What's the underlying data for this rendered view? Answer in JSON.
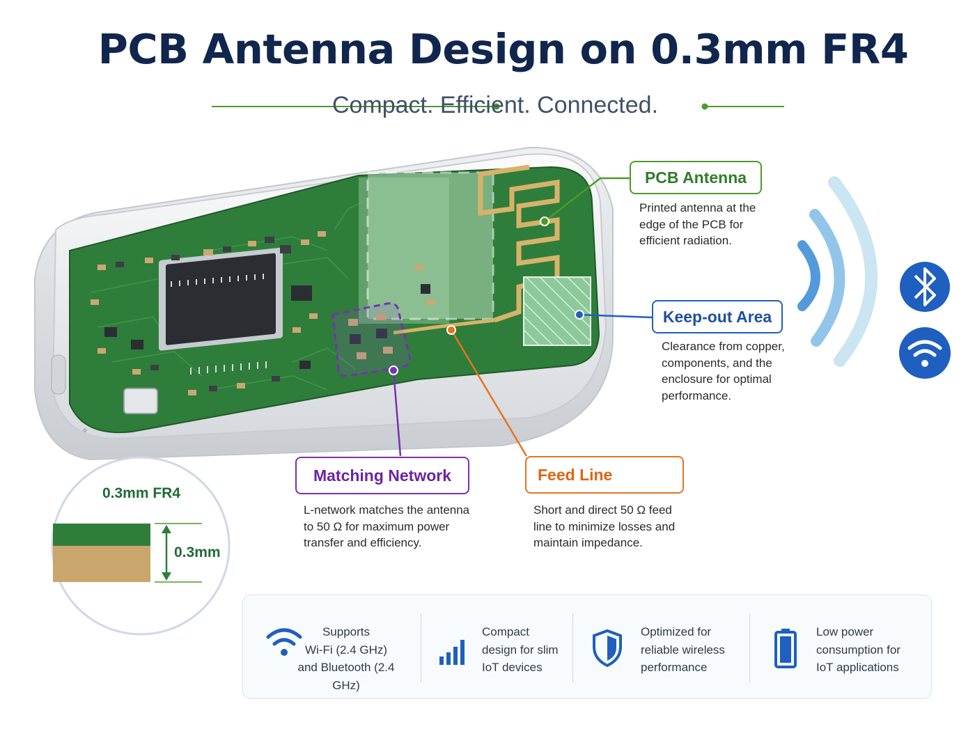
{
  "header": {
    "title": "PCB Antenna Design on 0.3mm FR4",
    "subtitle": "Compact. Efficient. Connected."
  },
  "colors": {
    "navy": "#10264d",
    "green_accent": "#4c9a2a",
    "pcb_green": "#2f7d3a",
    "blue_accent": "#1f5fbf",
    "purple_accent": "#7a2fb5",
    "orange_accent": "#e6731f",
    "copper": "#d7b36a"
  },
  "callouts": {
    "pcb_antenna": {
      "title": "PCB Antenna",
      "lines": [
        "Printed antenna at the",
        "edge of the PCB for",
        "efficient radiation."
      ]
    },
    "keepout": {
      "title": "Keep-out Area",
      "lines": [
        "Clearance from copper,",
        "components, and the",
        "enclosure for optimal",
        "performance."
      ]
    },
    "matching": {
      "title": "Matching Network",
      "lines": [
        "L-network matches the antenna",
        "to 50 Ω for maximum power",
        "transfer and efficiency."
      ]
    },
    "feed": {
      "title": "Feed Line",
      "lines": [
        "Short and direct 50 Ω feed",
        "line to minimize losses and",
        "maintain impedance."
      ]
    }
  },
  "inset": {
    "label": "0.3mm FR4",
    "dimension": "0.3mm"
  },
  "wireless_icons": [
    "bluetooth-icon",
    "wifi-icon"
  ],
  "features": [
    {
      "icon": "wifi-icon",
      "lines": [
        "Supports",
        "Wi-Fi (2.4 GHz)",
        "and Bluetooth (2.4 GHz)"
      ]
    },
    {
      "icon": "signal-bars-icon",
      "lines": [
        "Compact",
        "design for slim",
        "IoT devices"
      ]
    },
    {
      "icon": "shield-icon",
      "lines": [
        "Optimized for",
        "reliable wireless",
        "performance"
      ]
    },
    {
      "icon": "battery-icon",
      "lines": [
        "Low power",
        "consumption for",
        "IoT applications"
      ]
    }
  ]
}
